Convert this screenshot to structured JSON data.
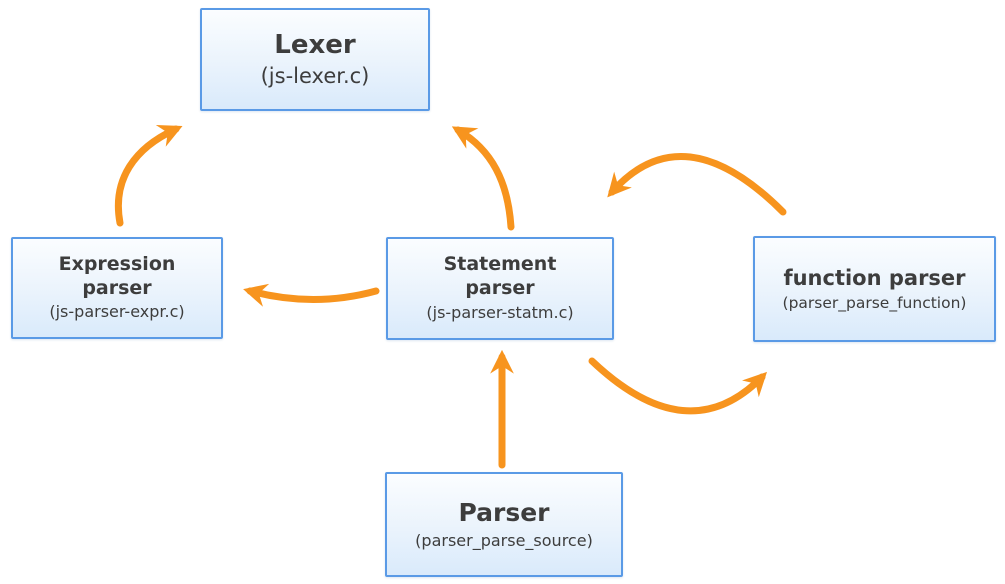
{
  "diagram": {
    "kind": "module-flow-diagram",
    "background": "#FFFFFF"
  },
  "nodes": {
    "lexer": {
      "title": "Lexer",
      "subtitle": "(js-lexer.c)"
    },
    "expression_parser": {
      "title": "Expression\nparser",
      "subtitle": "(js-parser-expr.c)"
    },
    "statement_parser": {
      "title": "Statement\nparser",
      "subtitle": "(js-parser-statm.c)"
    },
    "function_parser": {
      "title": "function parser",
      "subtitle": "(parser_parse_function)"
    },
    "parser": {
      "title": "Parser",
      "subtitle": "(parser_parse_source)"
    }
  },
  "edges": [
    {
      "from": "parser",
      "to": "statement_parser",
      "style": "straight-up"
    },
    {
      "from": "statement_parser",
      "to": "lexer",
      "style": "curve-up-left"
    },
    {
      "from": "expression_parser",
      "to": "lexer",
      "style": "curve-up-right"
    },
    {
      "from": "statement_parser",
      "to": "expression_parser",
      "style": "curve-left"
    },
    {
      "from": "function_parser",
      "to": "statement_parser",
      "style": "arc-over-top"
    },
    {
      "from": "statement_parser",
      "to": "function_parser",
      "style": "arc-under-bottom"
    }
  ],
  "colors": {
    "arrow": "#F7941E",
    "box_border": "#5A9AE6",
    "box_fill_top": "#FBFDFF",
    "box_fill_bottom": "#D9EAFB",
    "text": "#3D3D3D",
    "background": "#FFFFFF"
  }
}
